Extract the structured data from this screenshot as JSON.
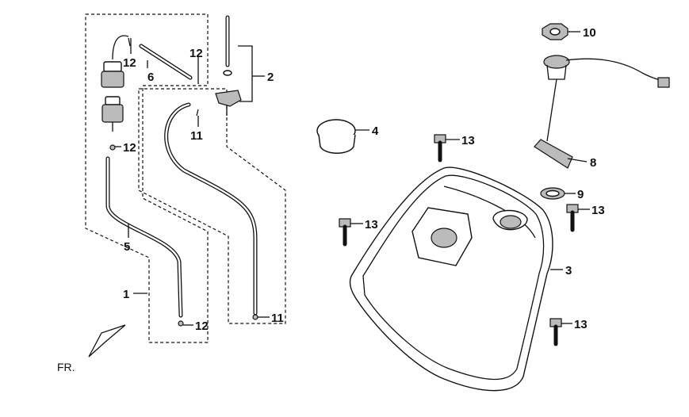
{
  "callouts": {
    "c1": "1",
    "c2": "2",
    "c3": "3",
    "c4": "4",
    "c5": "5",
    "c6": "6",
    "c8": "8",
    "c9": "9",
    "c10": "10",
    "c11a": "11",
    "c11b": "11",
    "c12a": "12",
    "c12b": "12",
    "c12c": "12",
    "c12d": "12",
    "c13a": "13",
    "c13b": "13",
    "c13c": "13",
    "c13d": "13"
  },
  "front_label": "FR."
}
